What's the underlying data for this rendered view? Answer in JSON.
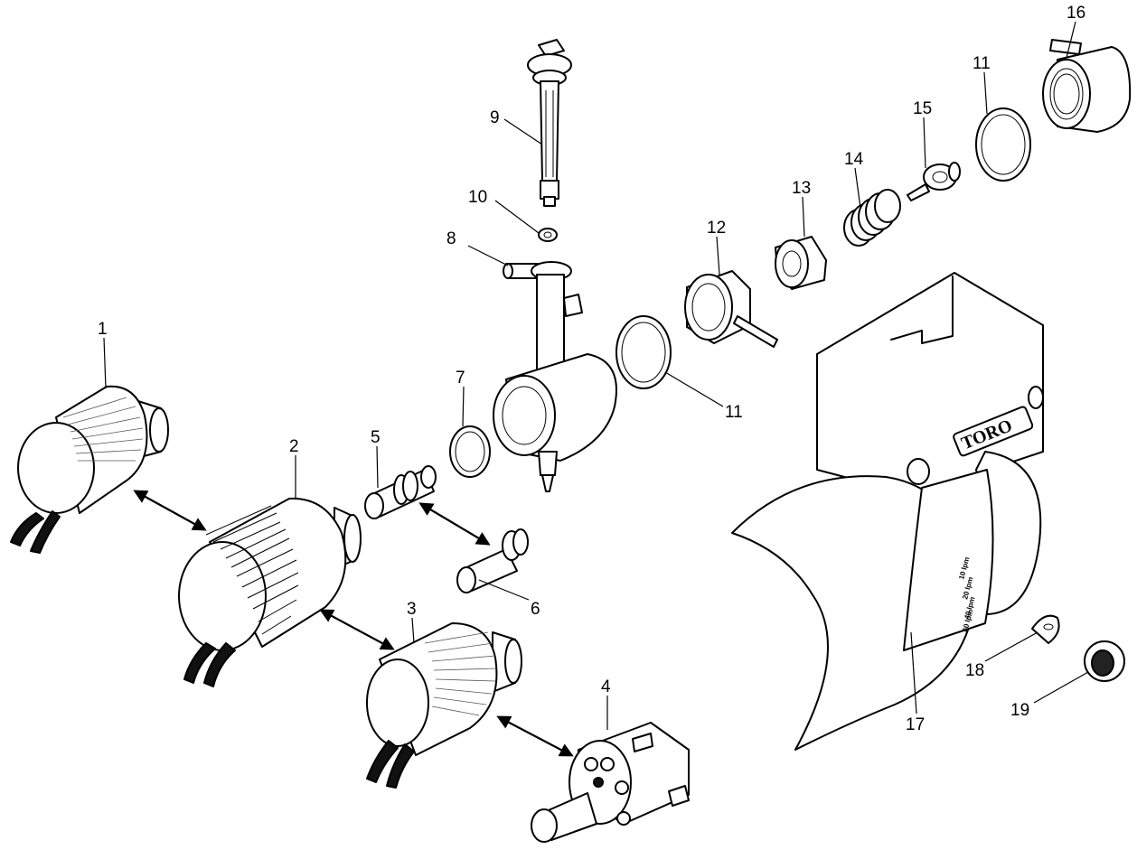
{
  "diagram": {
    "type": "exploded-parts-view",
    "brand_mark": "TORO",
    "callouts": [
      "1",
      "2",
      "3",
      "4",
      "5",
      "6",
      "7",
      "8",
      "9",
      "10",
      "11",
      "11",
      "12",
      "13",
      "14",
      "15",
      "16",
      "17",
      "18",
      "19"
    ],
    "interchange_arrows": 4,
    "body_spec_marks": [
      "10 lpm",
      "20 lpm",
      "40 lpm",
      "60 lpm"
    ]
  }
}
